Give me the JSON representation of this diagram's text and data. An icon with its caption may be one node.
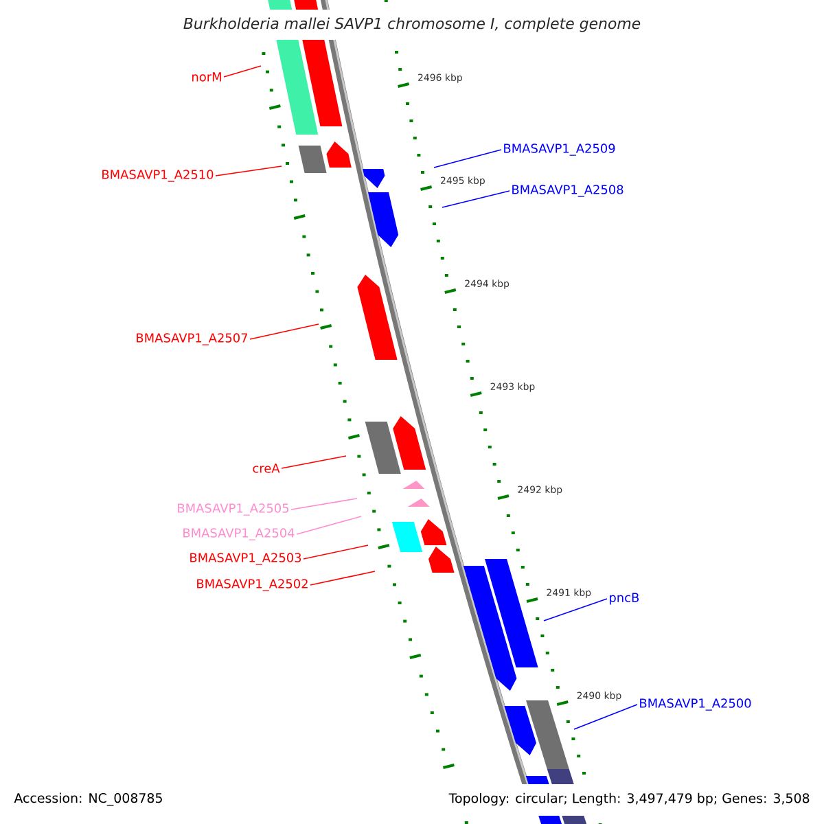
{
  "diagram": {
    "title": "Burkholderia mallei SAVP1 chromosome I, complete genome",
    "nodes": [
      {
        "text": [
          "norM"
        ]
      },
      {
        "text": [
          "BMASAVP1_A2509"
        ]
      },
      {
        "text": [
          "BMASAVP1_A2510"
        ]
      },
      {
        "text": [
          "BMASAVP1_A2508"
        ]
      },
      {
        "text": [
          "BMASAVP1_A2507"
        ]
      },
      {
        "text": [
          "creA"
        ]
      },
      {
        "text": [
          "BMASAVP1_A2505"
        ]
      },
      {
        "text": [
          "BMASAVP1_A2504"
        ]
      },
      {
        "text": [
          "BMASAVP1_A2503"
        ]
      },
      {
        "text": [
          "BMASAVP1_A2502"
        ]
      },
      {
        "text": [
          "pncB"
        ]
      },
      {
        "text": [
          "BMASAVP1_A2500"
        ]
      }
    ],
    "edges": [
      {
        "from": 0,
        "to": null,
        "arrow": "none"
      },
      {
        "from": 1,
        "to": null,
        "arrow": "none",
        "color": "#0000ff"
      },
      {
        "from": 2,
        "to": null,
        "arrow": "none"
      },
      {
        "from": 3,
        "to": null,
        "arrow": "none",
        "color": "#0000ff"
      },
      {
        "from": 4,
        "to": null,
        "arrow": "none"
      },
      {
        "from": 5,
        "to": null,
        "arrow": "none"
      },
      {
        "from": 6,
        "to": null,
        "arrow": "none",
        "color": "#ff8ccf"
      },
      {
        "from": 7,
        "to": null,
        "arrow": "none",
        "color": "#ff8ccf"
      },
      {
        "from": 8,
        "to": null,
        "arrow": "none"
      },
      {
        "from": 9,
        "to": null,
        "arrow": "none"
      },
      {
        "from": 10,
        "to": null,
        "arrow": "none",
        "color": "#0000ff"
      },
      {
        "from": 11,
        "to": null,
        "arrow": "none",
        "color": "#0000ff"
      }
    ],
    "labels": [
      "2496 kbp",
      "2495 kbp",
      "2494 kbp",
      "2493 kbp",
      "2492 kbp",
      "2491 kbp",
      "2490 kbp",
      "Accession: NC_008785",
      "Topology: circular; Length: 3,497,479 bp; Genes: 3,508"
    ]
  }
}
